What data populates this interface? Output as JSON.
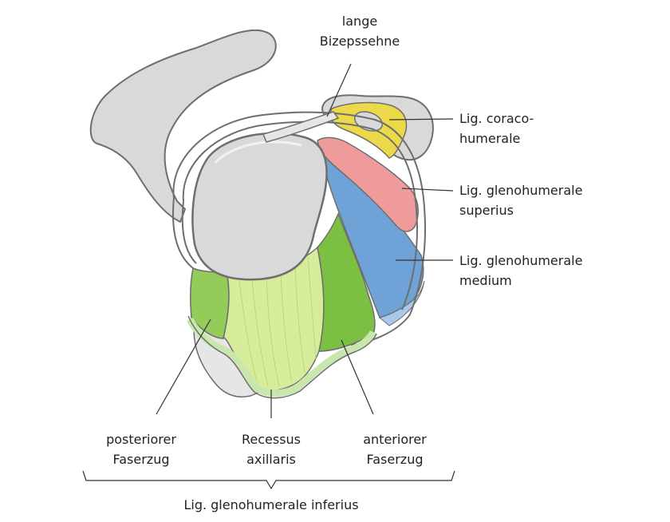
{
  "labels": {
    "biceps": {
      "line1": "lange",
      "line2": "Bizepssehne"
    },
    "coracohumerale": {
      "line1": "Lig. coraco-",
      "line2": "humerale"
    },
    "superius": {
      "line1": "Lig. glenohumerale",
      "line2": "superius"
    },
    "medium": {
      "line1": "Lig. glenohumerale",
      "line2": "medium"
    },
    "posterior": {
      "line1": "posteriorer",
      "line2": "Faserzug"
    },
    "recessus": {
      "line1": "Recessus",
      "line2": "axillaris"
    },
    "anterior": {
      "line1": "anteriorer",
      "line2": "Faserzug"
    },
    "inferius": "Lig. glenohumerale inferius"
  },
  "colors": {
    "bone": "#d9d9d9",
    "bone_light": "#e6e6e6",
    "outline": "#6e6e6e",
    "coracohumerale": "#ecd94a",
    "superius": "#ef9b9b",
    "medium": "#6fa3d8",
    "medium_light": "#a9c9ea",
    "posterior": "#93cc58",
    "recessus": "#d6ec9a",
    "anterior": "#7cc043",
    "capsule_rim": "#c9e6ad"
  }
}
